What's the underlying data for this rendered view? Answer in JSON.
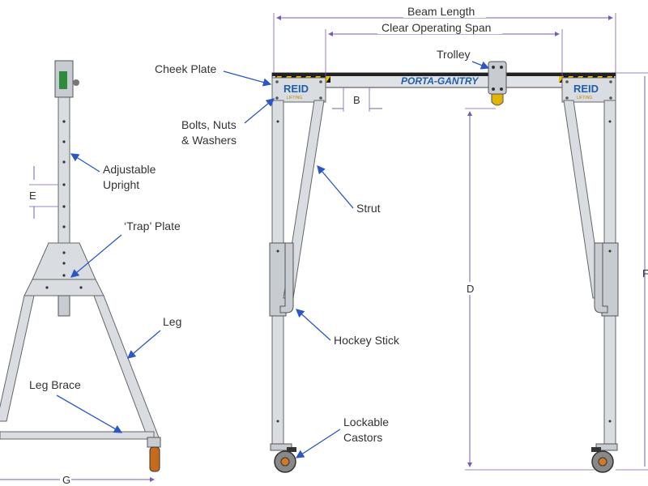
{
  "labels": {
    "beam_length": "Beam Length",
    "clear_span": "Clear Operating Span",
    "trolley": "Trolley",
    "cheek_plate": "Cheek Plate",
    "bolts_line1": "Bolts, Nuts",
    "bolts_line2": "& Washers",
    "adjustable_line1": "Adjustable",
    "adjustable_line2": "Upright",
    "trap_plate": "‘Trap’ Plate",
    "strut": "Strut",
    "leg": "Leg",
    "hockey_stick": "Hockey Stick",
    "leg_brace": "Leg Brace",
    "castors_line1": "Lockable",
    "castors_line2": "Castors"
  },
  "dimensions": {
    "b": "B",
    "d": "D",
    "e": "E",
    "g": "G",
    "f": "F"
  },
  "branding": {
    "reid": "REID",
    "lifting": "LIFTING",
    "porta_gantry": "PORTA-GANTRY"
  },
  "colors": {
    "arrow": "#2a56c6",
    "dimension": "#7a5bb5",
    "hazard_yellow": "#f2c200",
    "reid_blue": "#1f5fa8"
  }
}
